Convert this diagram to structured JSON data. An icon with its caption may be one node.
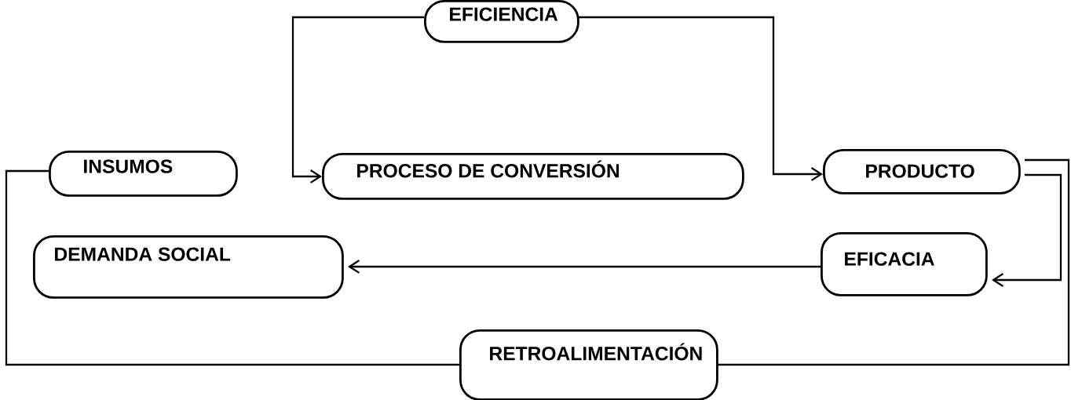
{
  "diagram": {
    "nodes": [
      {
        "text": [
          "EFICIENCIA"
        ]
      },
      {
        "text": [
          "INSUMOS"
        ]
      },
      {
        "text": [
          "PROCESO DE CONVERSIÓN"
        ]
      },
      {
        "text": [
          "PRODUCTO"
        ]
      },
      {
        "text": [
          "DEMANDA SOCIAL"
        ]
      },
      {
        "text": [
          "EFICACIA"
        ]
      },
      {
        "text": [
          "RETROALIMENTACIÓN"
        ]
      }
    ],
    "edges": [
      {
        "from": 0,
        "to": 2,
        "arrow": "to"
      },
      {
        "from": 0,
        "to": 3,
        "arrow": "to"
      },
      {
        "from": 3,
        "to": 5,
        "arrow": "to"
      },
      {
        "from": 5,
        "to": 4,
        "arrow": "to"
      },
      {
        "from": 1,
        "to": 6,
        "arrow": "none"
      },
      {
        "from": 3,
        "to": 6,
        "arrow": "none"
      }
    ]
  }
}
